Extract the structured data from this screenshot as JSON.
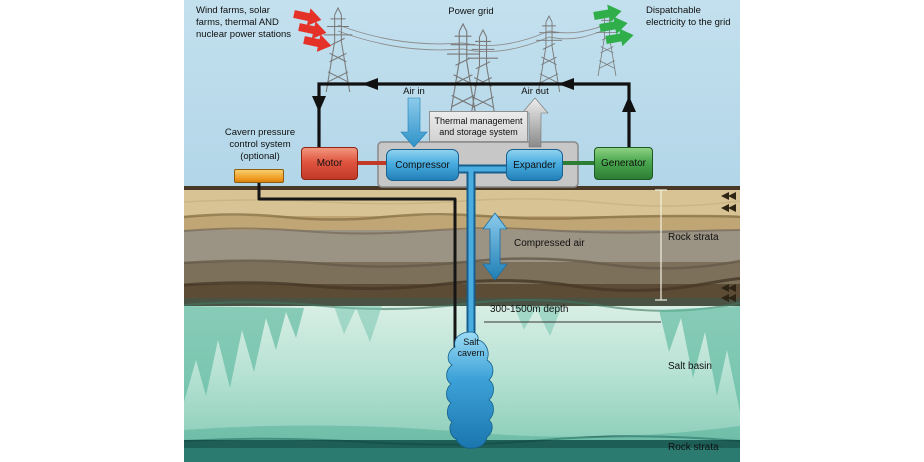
{
  "header": {
    "sources": "Wind farms, solar farms, thermal AND nuclear power stations",
    "power_grid": "Power grid",
    "dispatchable": "Dispatchable electricity to the grid"
  },
  "system": {
    "air_in": "Air in",
    "air_out": "Air out",
    "thermal": "Thermal management and storage system",
    "motor": "Motor",
    "compressor": "Compressor",
    "expander": "Expander",
    "generator": "Generator",
    "cavern_control": "Cavern pressure control system (optional)"
  },
  "underground": {
    "compressed_air": "Compressed air",
    "depth": "300-1500m depth",
    "salt_cavern": "Salt cavern",
    "rock_strata_upper": "Rock strata",
    "salt_basin": "Salt basin",
    "rock_strata_lower": "Rock strata"
  },
  "colors": {
    "sky": "#b2d6e8",
    "motor_red": "#d84a35",
    "turbine_blue": "#3fa8dc",
    "generator_green": "#46a44c",
    "control_orange": "#f2a52f",
    "source_arrow_red": "#e53228",
    "grid_arrow_green": "#2fae4a",
    "air_pipe_blue": "#2b95cc",
    "salt_basin_teal": "#9ed8c6",
    "rock_tan": "#d7c394"
  }
}
